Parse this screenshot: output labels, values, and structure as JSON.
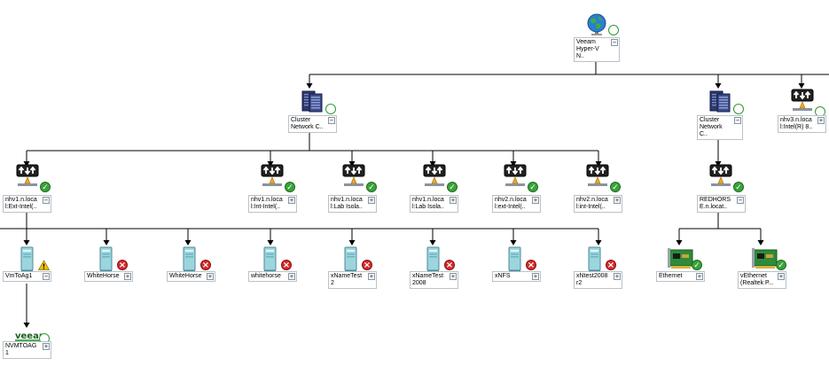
{
  "nodes": [
    {
      "id": "root",
      "type": "globe",
      "status": "ok-empty",
      "label": "Veeam\nHyper-V N..",
      "toggle": "−"
    },
    {
      "id": "cluster1",
      "type": "server",
      "status": "ok-empty",
      "label": "Cluster\nNetwork C..",
      "toggle": "−"
    },
    {
      "id": "cluster2",
      "type": "server",
      "status": "ok-empty",
      "label": "Cluster\nNetwork C..",
      "toggle": "−"
    },
    {
      "id": "nhv3",
      "type": "switch",
      "status": "ok-empty",
      "label": "nhv3.n.loca\nl:Intel(R) 8..",
      "toggle": "+"
    },
    {
      "id": "sw1",
      "type": "switch",
      "status": "ok",
      "label": "nhv1.n.loca\nl:Ext-Intel(..",
      "toggle": "−"
    },
    {
      "id": "sw2",
      "type": "switch",
      "status": "ok",
      "label": "nhv1.n.loca\nl:Int-Intel(..",
      "toggle": "+"
    },
    {
      "id": "sw3",
      "type": "switch",
      "status": "ok",
      "label": "nhv1.n.loca\nl:Lab Isola..",
      "toggle": "+"
    },
    {
      "id": "sw4",
      "type": "switch",
      "status": "ok",
      "label": "nhv1.n.loca\nl:Lab Isola..",
      "toggle": "+"
    },
    {
      "id": "sw5",
      "type": "switch",
      "status": "ok",
      "label": "nhv2.n.loca\nl:ext-Intel(..",
      "toggle": "+"
    },
    {
      "id": "sw6",
      "type": "switch",
      "status": "ok",
      "label": "nhv2.n.loca\nl:int-Intel(..",
      "toggle": "+"
    },
    {
      "id": "sw7",
      "type": "switch",
      "status": "ok",
      "label": "REDHORS\nE.n.locat..",
      "toggle": "−"
    },
    {
      "id": "vm1",
      "type": "vm",
      "status": "warn",
      "label": "VmToAg1",
      "toggle": "−"
    },
    {
      "id": "vm2",
      "type": "vm",
      "status": "err",
      "label": "WhiteHorse",
      "toggle": "+"
    },
    {
      "id": "vm3",
      "type": "vm",
      "status": "err",
      "label": "WhiteHorse",
      "toggle": "+"
    },
    {
      "id": "vm4",
      "type": "vm",
      "status": "err",
      "label": "whitehorse",
      "toggle": "+"
    },
    {
      "id": "vm5",
      "type": "vm",
      "status": "err",
      "label": "xNameTest\n2",
      "toggle": "+"
    },
    {
      "id": "vm6",
      "type": "vm",
      "status": "err",
      "label": "xNameTest\n2008",
      "toggle": "+"
    },
    {
      "id": "vm7",
      "type": "vm",
      "status": "err",
      "label": "xNFS",
      "toggle": "+"
    },
    {
      "id": "vm8",
      "type": "vm",
      "status": "err",
      "label": "xNtest2008\nr2",
      "toggle": "+"
    },
    {
      "id": "nic1",
      "type": "nic",
      "status": "ok",
      "label": "Ethernet",
      "toggle": "+"
    },
    {
      "id": "nic2",
      "type": "nic",
      "status": "ok",
      "label": "vEthernet\n(Realtek P...",
      "toggle": "+"
    },
    {
      "id": "veeam",
      "type": "veeam",
      "status": "ok-empty",
      "label": "NVMTOAG\n1",
      "toggle": "+"
    }
  ],
  "logo_text": "veeam",
  "colors": {
    "wire": "#000000",
    "ok": "#3aa23a",
    "error": "#d42a2a",
    "warning": "#f2c200",
    "label_border": "#b9c2cc"
  }
}
